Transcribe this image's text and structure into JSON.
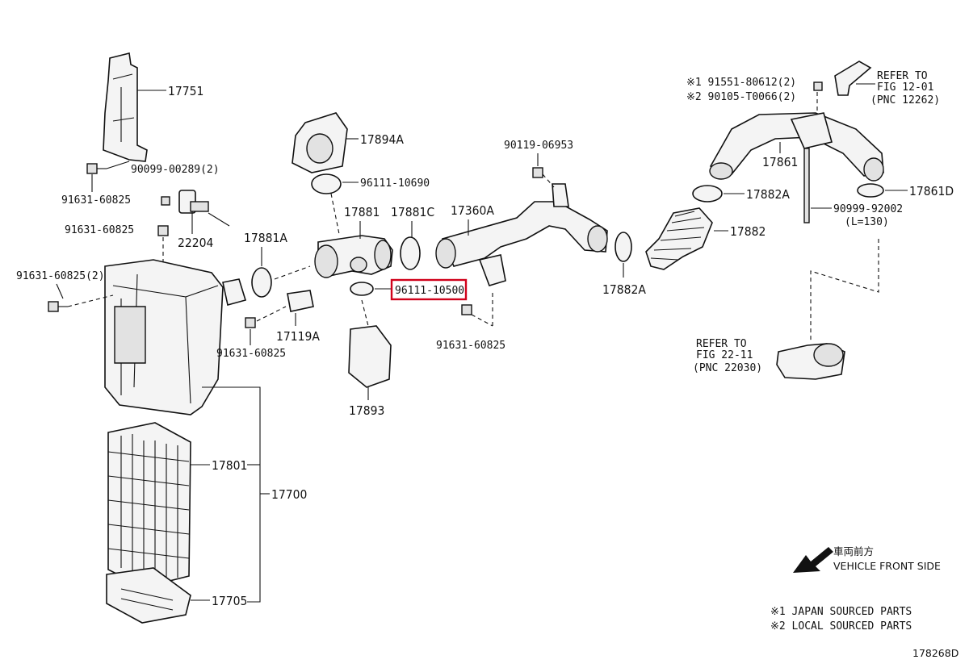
{
  "parts": {
    "p17751": "17751",
    "p90099_00289": "90099-00289(2)",
    "p91631_a": "91631-60825",
    "p91631_b": "91631-60825",
    "p91631_c": "91631-60825(2)",
    "p22204": "22204",
    "p17881A": "17881A",
    "p17894A": "17894A",
    "p96111_10690": "96111-10690",
    "p17881": "17881",
    "p17881C": "17881C",
    "p17360A": "17360A",
    "p90119": "90119-06953",
    "p96111_10500": "96111-10500",
    "p91631_d": "91631-60825",
    "p17119A": "17119A",
    "p91631_e": "91631-60825",
    "p17893": "17893",
    "p17882A_a": "17882A",
    "p17882A_b": "17882A",
    "p17882": "17882",
    "p17861": "17861",
    "p17861D": "17861D",
    "p90999": "90999-92002",
    "pL130": "(L=130)",
    "p17801": "17801",
    "p17700": "17700",
    "p17705": "17705"
  },
  "refs": {
    "top_refer_line1": "REFER TO",
    "top_refer_line2": "FIG 12-01",
    "top_refer_line3": "(PNC 12262)",
    "bottom_refer_line1": "REFER TO",
    "bottom_refer_line2": "FIG 22-11",
    "bottom_refer_line3": "(PNC 22030)",
    "note1_part": "※1 91551-80612(2)",
    "note2_part": "※2 90105-T0066(2)"
  },
  "legend": {
    "front_jp": "車両前方",
    "front_en": "VEHICLE FRONT SIDE",
    "note1": "※1 JAPAN SOURCED PARTS",
    "note2": "※2 LOCAL SOURCED PARTS"
  },
  "figure_id": "178268D",
  "highlight_color": "#d0021b"
}
